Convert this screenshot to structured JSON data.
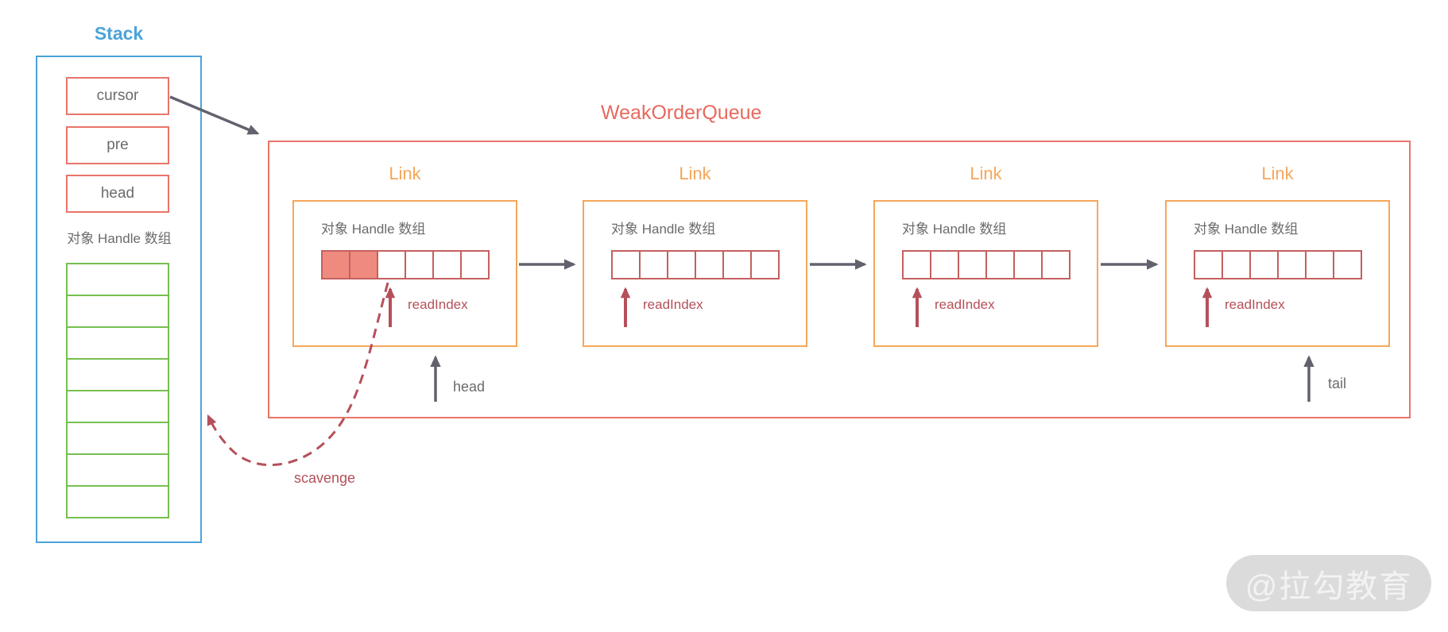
{
  "stack": {
    "title": "Stack",
    "fields": [
      "cursor",
      "pre",
      "head"
    ],
    "array_label": "对象 Handle 数组",
    "array_cell_count": 8
  },
  "queue": {
    "title": "WeakOrderQueue",
    "head_label": "head",
    "tail_label": "tail",
    "links": [
      {
        "title": "Link",
        "array_label": "对象 Handle 数组",
        "cell_count": 6,
        "filled_count": 2,
        "read_index_cell": 2,
        "read_index_label": "readIndex"
      },
      {
        "title": "Link",
        "array_label": "对象 Handle 数组",
        "cell_count": 6,
        "filled_count": 0,
        "read_index_cell": 0,
        "read_index_label": "readIndex"
      },
      {
        "title": "Link",
        "array_label": "对象 Handle 数组",
        "cell_count": 6,
        "filled_count": 0,
        "read_index_cell": 0,
        "read_index_label": "readIndex"
      },
      {
        "title": "Link",
        "array_label": "对象 Handle 数组",
        "cell_count": 6,
        "filled_count": 0,
        "read_index_cell": 0,
        "read_index_label": "readIndex"
      }
    ]
  },
  "scavenge_label": "scavenge",
  "watermark": "@拉勾教育",
  "colors": {
    "stack_border_blue": "#4BA3D9",
    "queue_border_red": "#E8756A",
    "link_border_orange": "#F5A65A",
    "cell_border_dark_red": "#C4605F",
    "cell_fill_salmon": "#EF8A7F",
    "stack_array_green": "#76BF4F",
    "pointer_dark_red": "#B5505A",
    "arrow_gray": "#62626E",
    "text_gray": "#6B6B6B"
  }
}
